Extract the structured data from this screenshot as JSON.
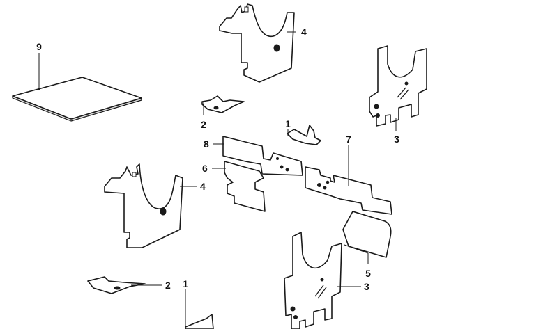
{
  "parts": [
    {
      "id": "part-9",
      "number": "9"
    },
    {
      "id": "part-4-top",
      "number": "4"
    },
    {
      "id": "part-3-top",
      "number": "3"
    },
    {
      "id": "part-2-top",
      "number": "2"
    },
    {
      "id": "part-1-top",
      "number": "1"
    },
    {
      "id": "part-8",
      "number": "8"
    },
    {
      "id": "part-6",
      "number": "6"
    },
    {
      "id": "part-7",
      "number": "7"
    },
    {
      "id": "part-4-bottom",
      "number": "4"
    },
    {
      "id": "part-5",
      "number": "5"
    },
    {
      "id": "part-2-bottom",
      "number": "2"
    },
    {
      "id": "part-1-bottom",
      "number": "1"
    },
    {
      "id": "part-3-bottom",
      "number": "3"
    }
  ],
  "colors": {
    "line": "#1a1a1a",
    "background": "#ffffff"
  }
}
